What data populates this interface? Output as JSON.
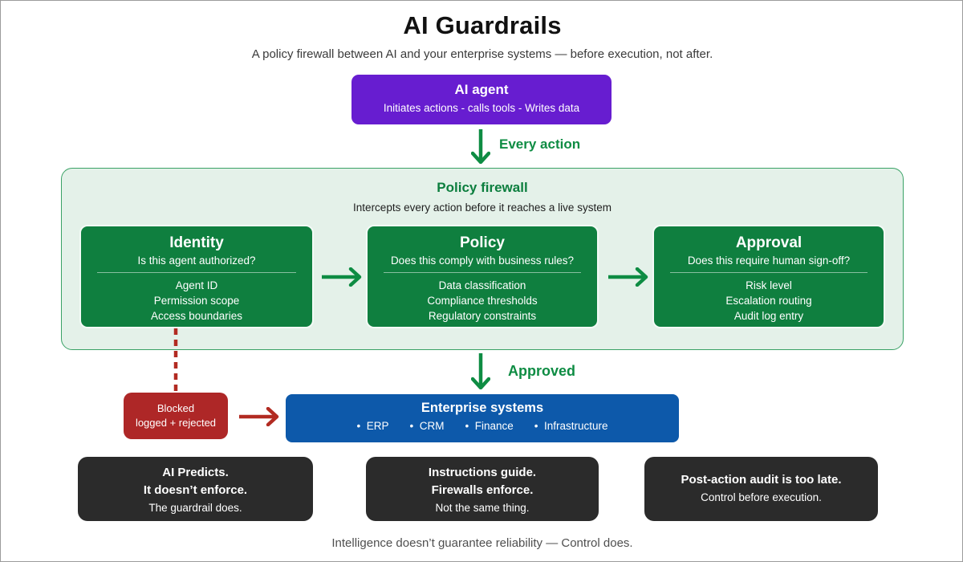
{
  "page": {
    "title": "AI Guardrails",
    "subtitle": "A policy firewall between AI and your enterprise systems — before execution, not after.",
    "footer": "Intelligence doesn’t guarantee reliability — Control does."
  },
  "ai_agent": {
    "title": "AI agent",
    "subtitle": "Initiates actions - calls tools - Writes data"
  },
  "flow": {
    "every_action_label": "Every action",
    "approved_label": "Approved"
  },
  "firewall": {
    "title": "Policy firewall",
    "subtitle": "Intercepts every action before it reaches a live system",
    "stages": [
      {
        "title": "Identity",
        "question": "Is this agent authorized?",
        "items": [
          "Agent ID",
          "Permission scope",
          "Access boundaries"
        ]
      },
      {
        "title": "Policy",
        "question": "Does this comply with business rules?",
        "items": [
          "Data classification",
          "Compliance thresholds",
          "Regulatory constraints"
        ]
      },
      {
        "title": "Approval",
        "question": "Does this require human sign-off?",
        "items": [
          "Risk level",
          "Escalation routing",
          "Audit log entry"
        ]
      }
    ]
  },
  "blocked": {
    "line1": "Blocked",
    "line2": "logged + rejected"
  },
  "enterprise": {
    "title": "Enterprise systems",
    "items": [
      "ERP",
      "CRM",
      "Finance",
      "Infrastructure"
    ]
  },
  "takeaways": [
    {
      "line1": "AI Predicts.",
      "line2": "It doesn’t enforce.",
      "line3": "The guardrail does."
    },
    {
      "line1": "Instructions guide.",
      "line2": "Firewalls enforce.",
      "line3": "Not the same thing."
    },
    {
      "line1": "Post-action audit is too late.",
      "line2": "Control before execution."
    }
  ],
  "colors": {
    "agent_purple": "#671dd0",
    "stage_green": "#0f7f3f",
    "accent_green": "#0e8c43",
    "firewall_bg": "#e4f1e9",
    "firewall_border": "#3aa266",
    "blocked_red": "#ae2727",
    "enterprise_blue": "#0d59aa",
    "takeaway_dark": "#2b2b2b"
  }
}
